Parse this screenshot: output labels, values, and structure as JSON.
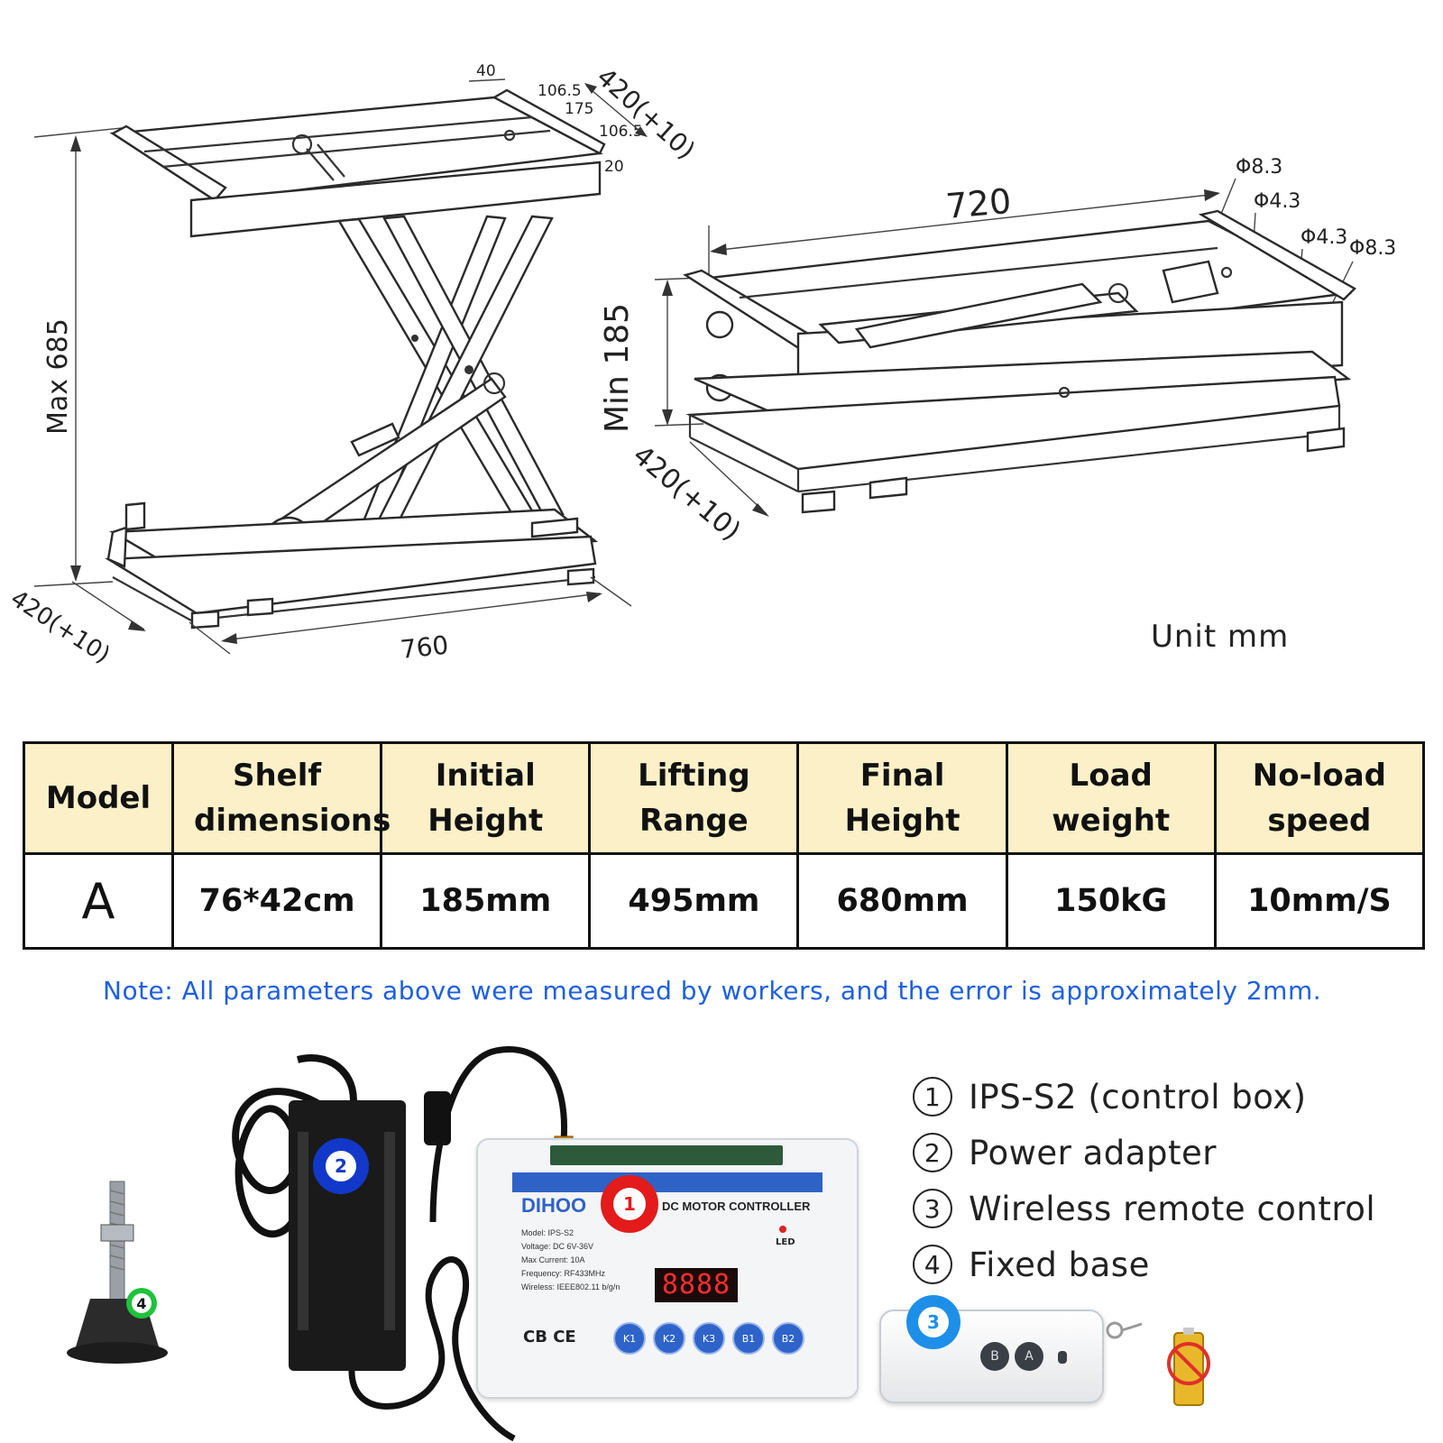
{
  "diagram": {
    "left_view": {
      "max_height": "Max 685",
      "width": "760",
      "depth": "420(+10)",
      "top_depth": "420(+10)",
      "dim_40": "40",
      "dim_106_5_a": "106.5",
      "dim_175": "175",
      "dim_106_5_b": "106.5",
      "dim_20": "20"
    },
    "right_view": {
      "length": "720",
      "min_height": "Min 185",
      "depth": "420(+10)",
      "hole_a": "Φ8.3",
      "hole_b": "Φ4.3",
      "hole_c": "Φ4.3",
      "hole_d": "Φ8.3"
    },
    "unit": "Unit mm"
  },
  "spec_table": {
    "headers": [
      "Model",
      "Shelf dimensions",
      "Initial Height",
      "Lifting Range",
      "Final Height",
      "Load weight",
      "No-load speed"
    ],
    "rows": [
      [
        "A",
        "76*42cm",
        "185mm",
        "495mm",
        "680mm",
        "150kG",
        "10mm/S"
      ]
    ]
  },
  "note": "Note: All parameters above were measured by workers, and the error is approximately 2mm.",
  "components": {
    "legend": [
      {
        "num": "1",
        "label": "IPS-S2 (control box)"
      },
      {
        "num": "2",
        "label": "Power adapter"
      },
      {
        "num": "3",
        "label": "Wireless remote control"
      },
      {
        "num": "4",
        "label": "Fixed base"
      }
    ],
    "controller": {
      "brand": "DIHOO",
      "title": "DC MOTOR CONTROLLER",
      "model": "Model: IPS-S2",
      "voltage": "Voltage: DC 6V-36V",
      "current": "Max Current: 10A",
      "frequency": "Frequency: RF433MHz",
      "wireless": "Wireless: IEEE802.11 b/g/n",
      "display": "8888",
      "led": "LED",
      "buttons": [
        "K1",
        "K2",
        "K3",
        "B1",
        "B2"
      ],
      "marks": "CB CE"
    },
    "remote": {
      "buttons": [
        "B",
        "A"
      ]
    },
    "colors": {
      "badge_1": "#e31b1b",
      "badge_2": "#1238c9",
      "badge_3": "#1e8fe8",
      "badge_4": "#1fc23a"
    }
  }
}
